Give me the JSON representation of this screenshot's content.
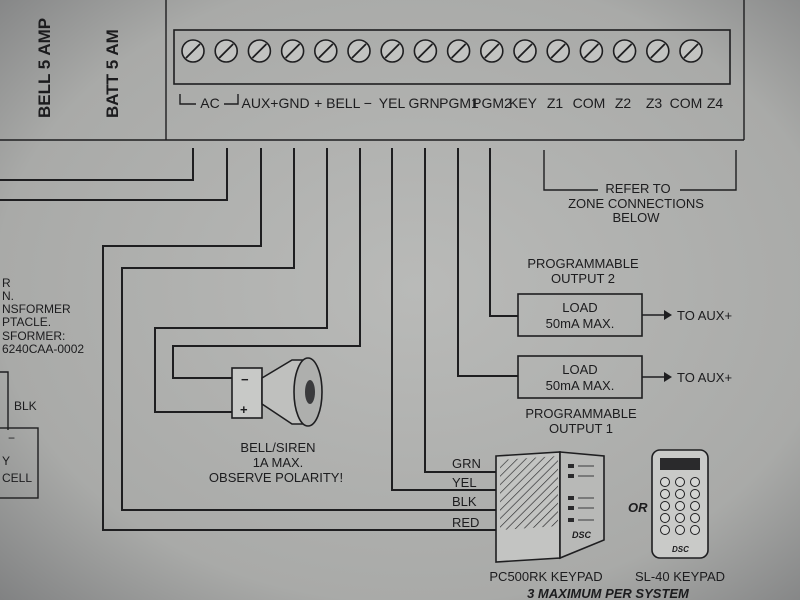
{
  "colors": {
    "paper": "#b3b4b2",
    "paper_dark": "#8f9090",
    "ink": "#1c1c1e"
  },
  "side_labels": {
    "bell": "BELL 5 AMP",
    "batt": "BATT 5 AM"
  },
  "terminals": {
    "count": 16,
    "labels": [
      "AC",
      "AUX+",
      "GND",
      "+ BELL −",
      "YEL",
      "GRN",
      "PGM1",
      "PGM2",
      "KEY",
      "Z1",
      "COM",
      "Z2",
      "Z3",
      "COM",
      "Z4"
    ]
  },
  "zone_note": {
    "line1": "REFER TO",
    "line2": "ZONE CONNECTIONS",
    "line3": "BELOW"
  },
  "left_notes": {
    "lines": [
      "R",
      "N.",
      "NSFORMER",
      "PTACLE.",
      "SFORMER:",
      "6240CAA-0002"
    ],
    "wire_label": "BLK",
    "cell_lines": [
      "Y",
      "CELL"
    ],
    "cell_sign": "−"
  },
  "pgm2": {
    "title_line1": "PROGRAMMABLE",
    "title_line2": "OUTPUT 2",
    "load_line1": "LOAD",
    "load_line2": "50mA MAX.",
    "to": "TO AUX+"
  },
  "pgm1": {
    "title_line1": "PROGRAMMABLE",
    "title_line2": "OUTPUT 1",
    "load_line1": "LOAD",
    "load_line2": "50mA MAX.",
    "to": "TO AUX+"
  },
  "siren": {
    "line1": "BELL/SIREN",
    "line2": "1A MAX.",
    "line3": "OBSERVE POLARITY!",
    "minus": "−",
    "plus": "+"
  },
  "keypad_wires": [
    "GRN",
    "YEL",
    "BLK",
    "RED"
  ],
  "keypads": {
    "pc500": "PC500RK KEYPAD",
    "sl40": "SL-40 KEYPAD",
    "or": "OR",
    "brand": "DSC",
    "max_note": "3 MAXIMUM PER SYSTEM"
  }
}
